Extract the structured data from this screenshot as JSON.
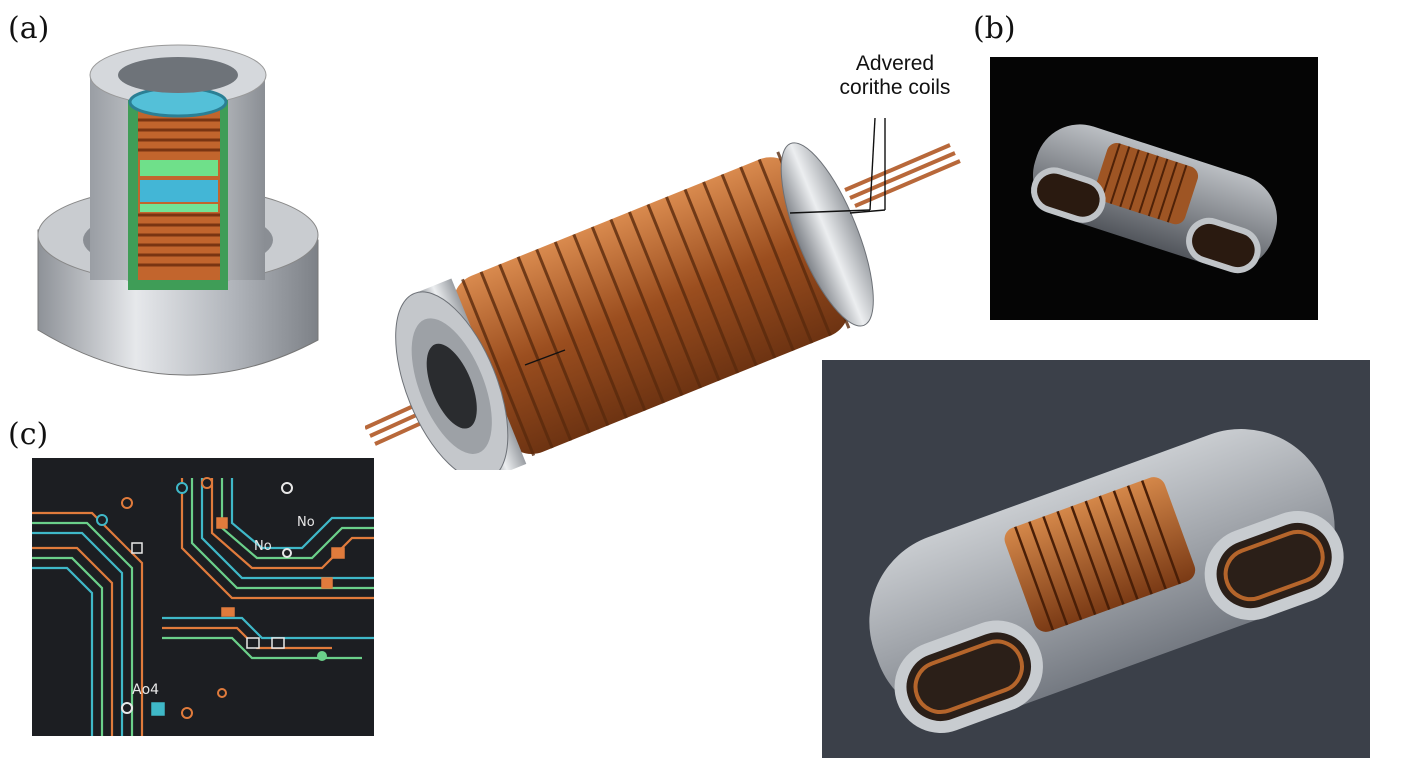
{
  "labels": {
    "a": "(a)",
    "b": "(b)",
    "c": "(c)"
  },
  "callout": {
    "line1": "Advered",
    "line2": "corithe coils"
  },
  "circuit_text": {
    "t1": "Nᴏ",
    "t2": "Nᴏ",
    "t3": "Aᴏ4"
  },
  "colors": {
    "copper": "#b5652b",
    "steel": "#b8bcc2",
    "panel_b_bg": "#050505",
    "panel_c_bg": "#1c1e22",
    "panel_d_bg": "#3b4049",
    "trace_orange": "#e07b3c",
    "trace_green": "#6bd08a",
    "trace_cyan": "#3fb8c8"
  }
}
